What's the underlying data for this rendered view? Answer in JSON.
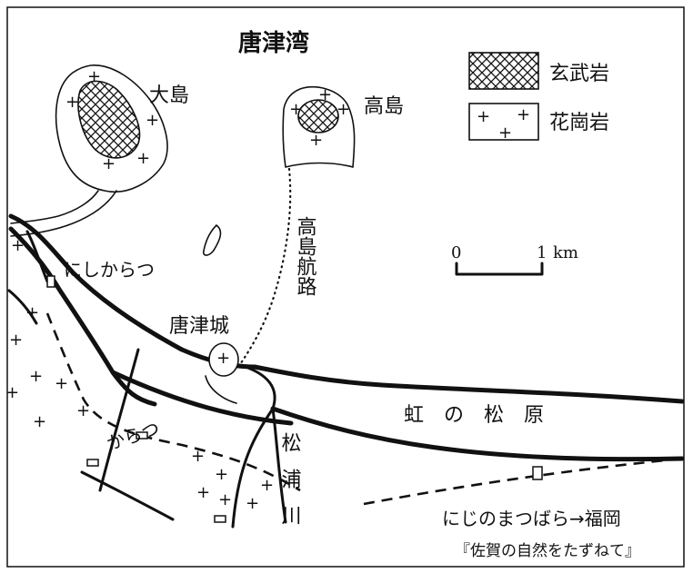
{
  "map": {
    "bay_label": "唐津湾",
    "islands": {
      "oshima": "大島",
      "takashima": "高島"
    },
    "route_label": "高島航路",
    "castle_label": "唐津城",
    "places": {
      "nishikaratsu": "にしからつ",
      "karatsu": "からつ"
    },
    "pine_grove": "虹の松原",
    "river": "松浦川",
    "station_line": "にじのまつばら→福岡"
  },
  "legend": {
    "basalt": "玄武岩",
    "granite": "花崗岩"
  },
  "scale": {
    "zero": "0",
    "one": "1",
    "unit": "km"
  },
  "source_caption": "『佐賀の自然をたずねて』"
}
